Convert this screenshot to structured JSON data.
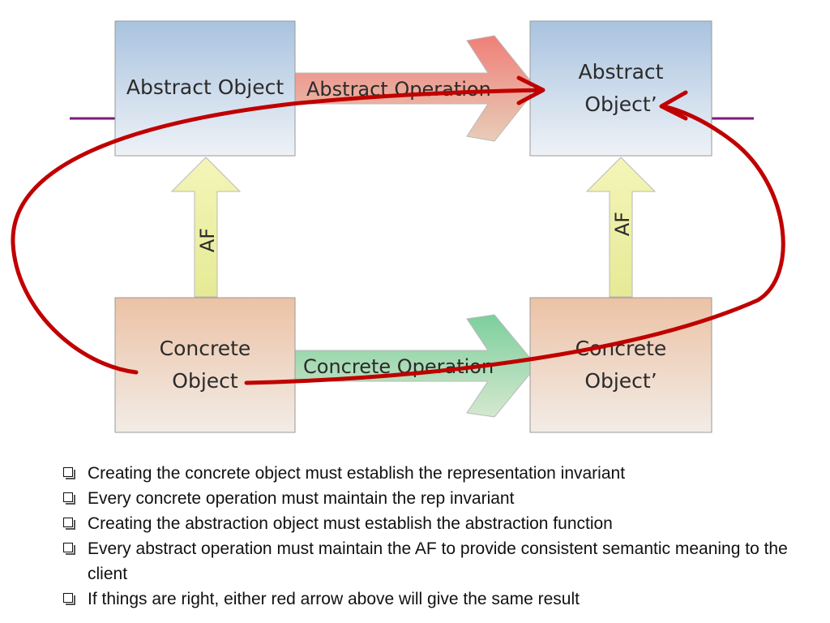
{
  "diagram": {
    "abstract_object": "Abstract Object",
    "abstract_object_prime_line1": "Abstract",
    "abstract_object_prime_line2": "Object’",
    "concrete_object_line1": "Concrete",
    "concrete_object_line2": "Object",
    "concrete_object_prime_line1": "Concrete",
    "concrete_object_prime_line2": "Object’",
    "abstract_operation": "Abstract Operation",
    "concrete_operation": "Concrete Operation",
    "af_left": "AF",
    "af_right": "AF"
  },
  "bullets": [
    "Creating the concrete object must establish the representation invariant",
    "Every concrete operation must maintain the rep invariant",
    "Creating the abstraction object must establish the abstraction function",
    "Every abstract operation must maintain the AF to provide consistent semantic meaning to the client",
    "If things are right, either red arrow above will give the same result"
  ],
  "colors": {
    "abstract_box_top": "#a9c3df",
    "abstract_box_bottom": "#eef2f7",
    "concrete_box_top": "#ecc2a5",
    "concrete_box_bottom": "#f2ece6",
    "abstract_arrow": "#e8908a",
    "concrete_arrow": "#8fd2a8",
    "af_arrow": "#eef1a6",
    "red_arrow": "#c00000",
    "purple_rule": "#7a1a7e"
  }
}
